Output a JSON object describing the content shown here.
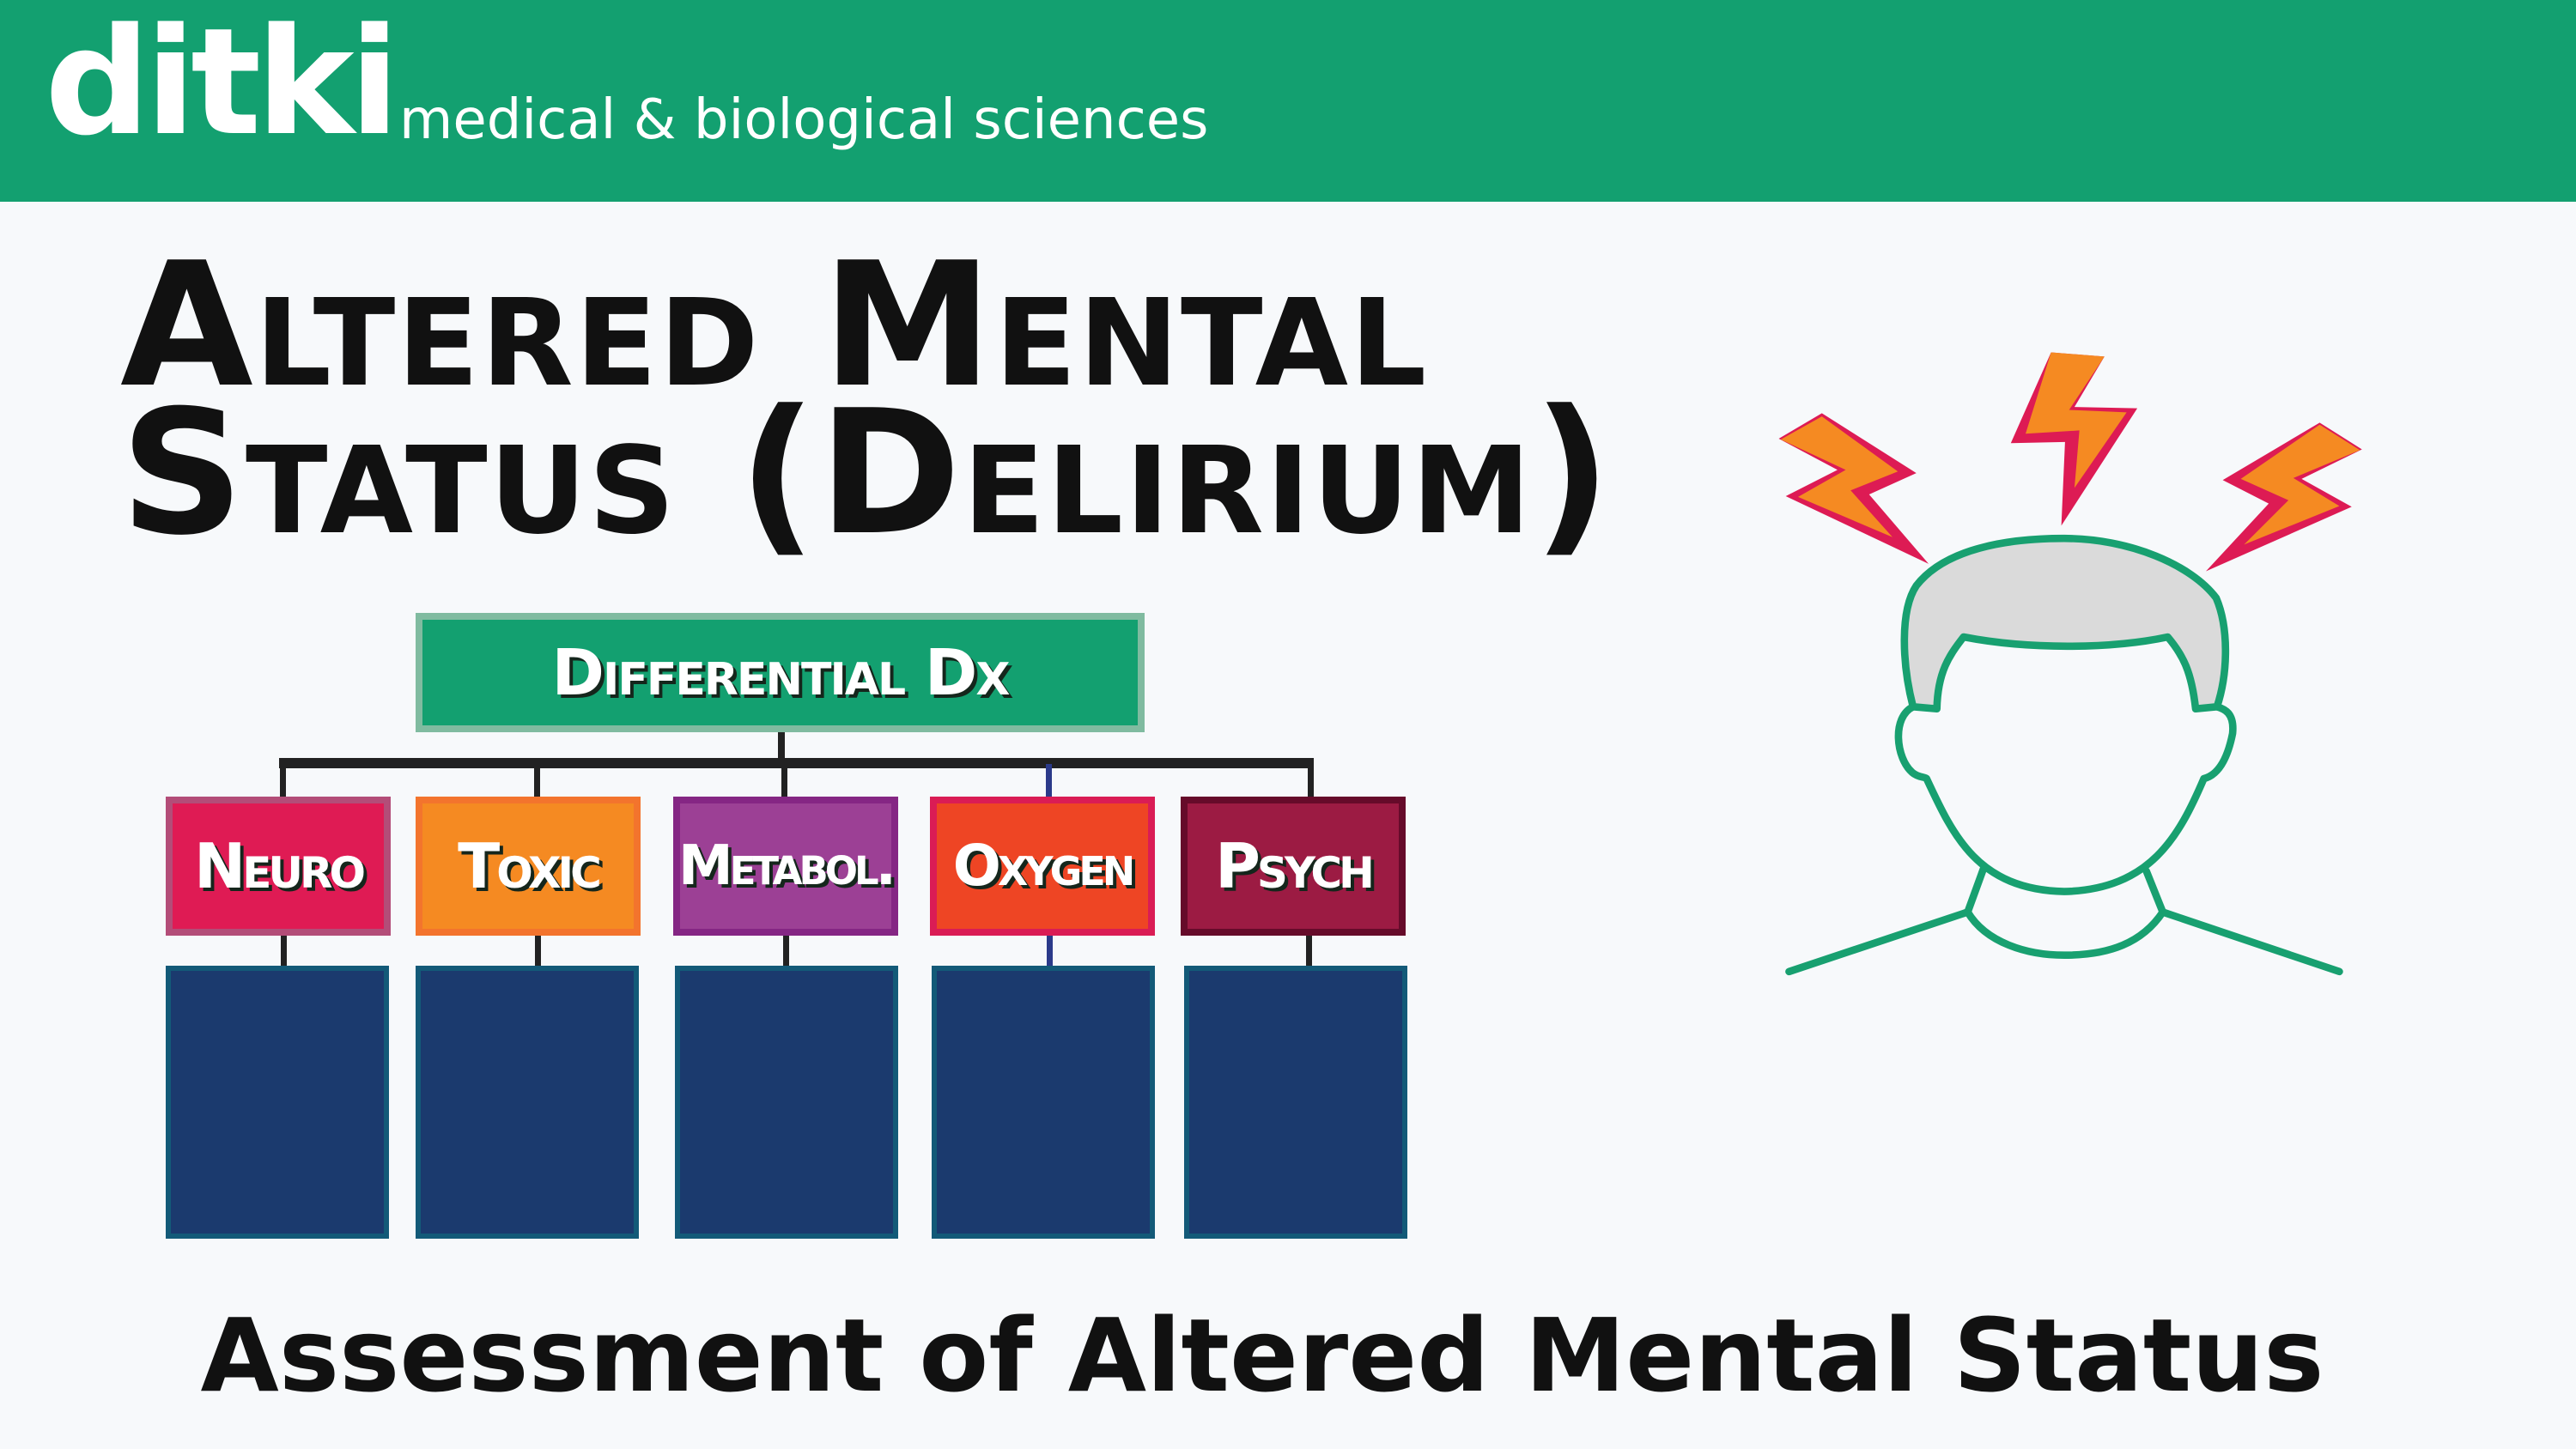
{
  "header": {
    "logo": "ditki",
    "tagline": "medical & biological sciences",
    "brand_color": "#13a070"
  },
  "title": {
    "line1": "Altered Mental",
    "line2": "Status (Delirium)"
  },
  "diagram": {
    "root": "Differential Dx",
    "categories": [
      {
        "label": "Neuro",
        "color": "#df1b54",
        "border": "#b34d78"
      },
      {
        "label": "Toxic",
        "color": "#f58a22",
        "border": "#f3742d"
      },
      {
        "label": "Metabol.",
        "color": "#9c4095",
        "border": "#852684"
      },
      {
        "label": "Oxygen",
        "color": "#ee4524",
        "border": "#da1c55"
      },
      {
        "label": "Psych",
        "color": "#9c1b43",
        "border": "#660b2a"
      }
    ]
  },
  "illustration": {
    "icon": "head-with-lightning-bolts-icon"
  },
  "footer": {
    "subtitle": "Assessment of Altered Mental Status"
  }
}
